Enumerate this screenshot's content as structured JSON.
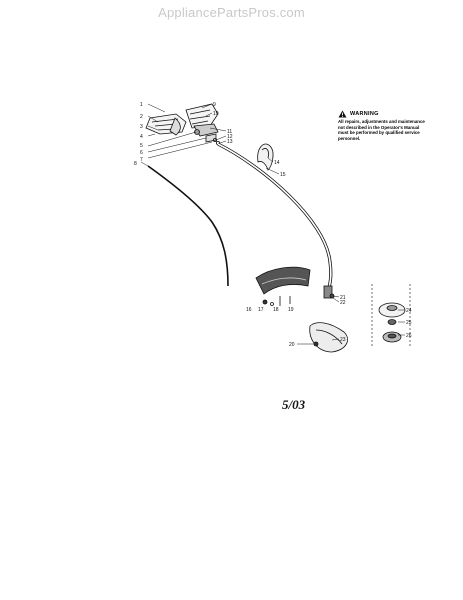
{
  "watermark": "AppliancePartsPros.com",
  "warning": {
    "title": "WARNING",
    "body": "All repairs, adjustments and maintenance not described in the Operator's Manual must be performed by qualified service personnel."
  },
  "date_mark": "5/03",
  "parts": [
    "1",
    "2",
    "3",
    "4",
    "5",
    "6",
    "7",
    "8",
    "9",
    "10",
    "11",
    "12",
    "13",
    "14",
    "15",
    "16",
    "17",
    "18",
    "19",
    "20",
    "21",
    "22",
    "23",
    "24",
    "25",
    "26"
  ],
  "icons": {
    "warning": "warning-triangle-icon"
  },
  "colors": {
    "line": "#111111",
    "watermark": "#c9c9c9"
  }
}
